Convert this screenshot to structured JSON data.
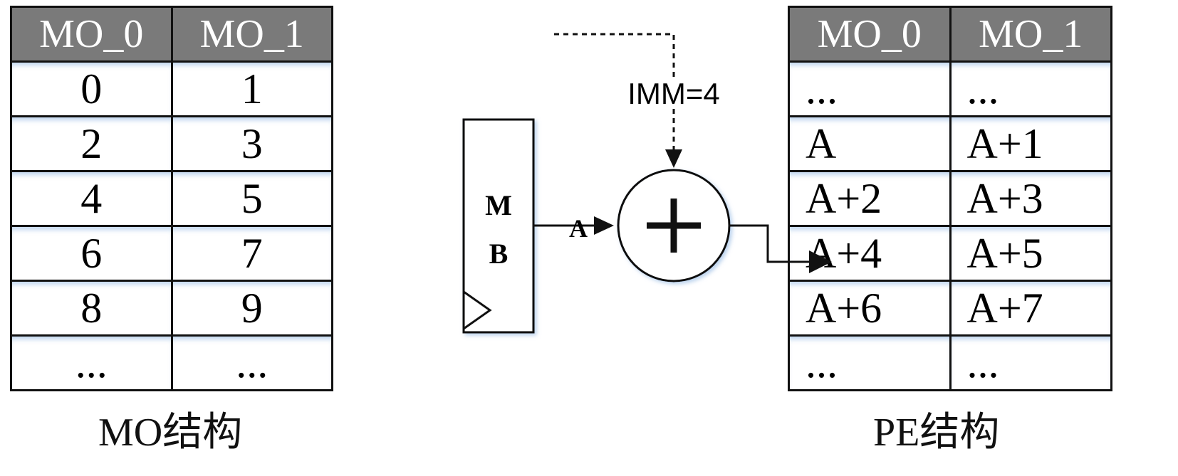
{
  "mo_table": {
    "headers": [
      "MO_0",
      "MO_1"
    ],
    "rows": [
      [
        "0",
        "1"
      ],
      [
        "2",
        "3"
      ],
      [
        "4",
        "5"
      ],
      [
        "6",
        "7"
      ],
      [
        "8",
        "9"
      ],
      [
        "...",
        "..."
      ]
    ]
  },
  "pe_table": {
    "headers": [
      "MO_0",
      "MO_1"
    ],
    "rows": [
      [
        "...",
        "..."
      ],
      [
        "A",
        "A+1"
      ],
      [
        "A+2",
        "A+3"
      ],
      [
        "A+4",
        "A+5"
      ],
      [
        "A+6",
        "A+7"
      ],
      [
        "...",
        "..."
      ]
    ]
  },
  "labels": {
    "imm": "IMM=4",
    "mb_line1": "M",
    "mb_line2": "B",
    "signal_a": "A",
    "mo_caption": "MO结构",
    "pe_caption": "PE结构"
  }
}
